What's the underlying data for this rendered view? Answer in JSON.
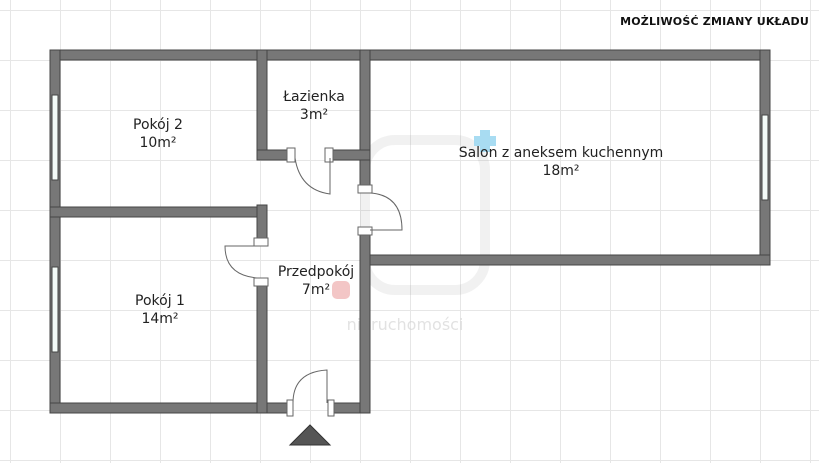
{
  "header": {
    "title": "MOŻLIWOŚĆ ZMIANY UKŁADU"
  },
  "rooms": [
    {
      "name": "Pokój 2",
      "area": "10m²"
    },
    {
      "name": "Łazienka",
      "area": "3m²"
    },
    {
      "name": "Salon z aneksem kuchennym",
      "area": "18m²"
    },
    {
      "name": "Przedpokój",
      "area": "7m²"
    },
    {
      "name": "Pokój 1",
      "area": "14m²"
    }
  ],
  "watermark": {
    "text": "nieruchomości"
  },
  "colors": {
    "wall": "#777777",
    "wall_border": "#444444",
    "grid": "#e6e6e6",
    "entrance_arrow": "#555555",
    "plus_marker": "#a8dcf2",
    "dot_marker": "#f3c6c6"
  }
}
